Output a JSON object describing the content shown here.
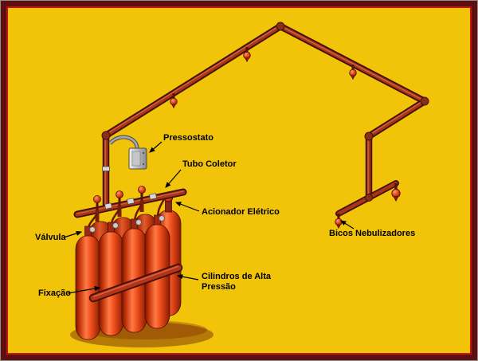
{
  "diagram": {
    "labels": {
      "pressostato": "Pressostato",
      "tubo_coletor": "Tubo Coletor",
      "acionador_eletrico": "Acionador Elétrico",
      "valvula": "Válvula",
      "fixacao": "Fixação",
      "cilindros_line1": "Cilindros de Alta",
      "cilindros_line2": "Pressão",
      "bicos_nebulizadores": "Bicos Nebulizadores"
    },
    "colors": {
      "background": "#F1C40A",
      "frame_outer": "#5E0F0F",
      "frame_inner_line": "#C11616",
      "pipe_red": "#AA3318",
      "pipe_outline": "#40100A",
      "cylinder_red": "#DD3311",
      "device_gray": "#B0B0B0",
      "label_text": "#000000"
    }
  }
}
